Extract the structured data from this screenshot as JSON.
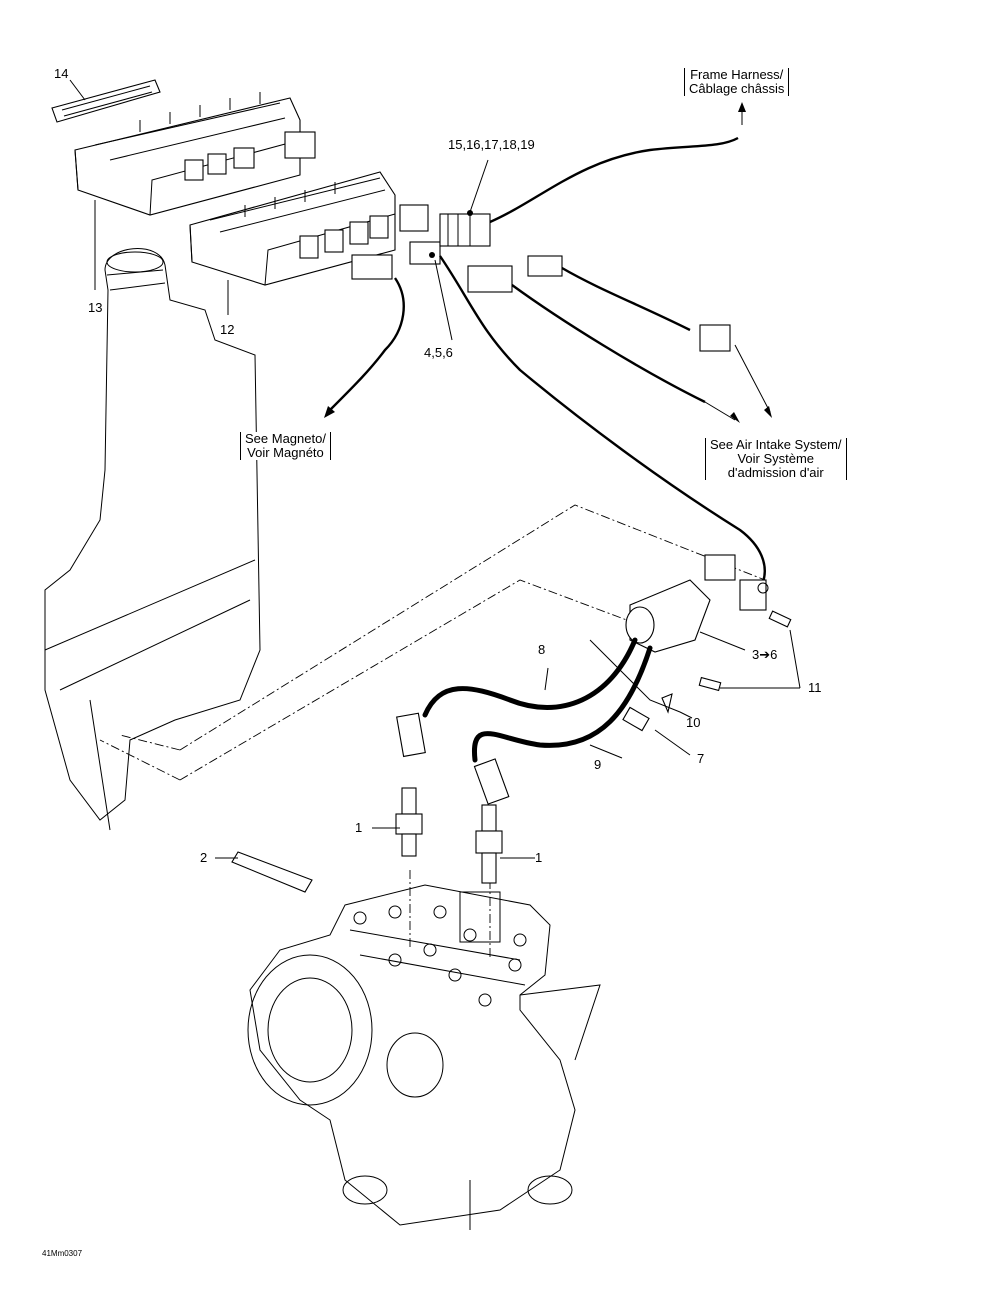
{
  "callouts": {
    "p1a": "1",
    "p1b": "1",
    "p2": "2",
    "p3to6": "3➔6",
    "p4_5_6": "4,5,6",
    "p7": "7",
    "p8": "8",
    "p9": "9",
    "p10": "10",
    "p11": "11",
    "p12": "12",
    "p13": "13",
    "p14": "14",
    "p15_19": "15,16,17,18,19"
  },
  "references": {
    "frame_harness": [
      "Frame Harness/",
      "Câblage châssis"
    ],
    "see_magneto": [
      "See Magneto/",
      "Voir Magnéto"
    ],
    "see_air_intake": [
      "See Air Intake System/",
      "Voir Système",
      "d'admission d'air"
    ]
  },
  "figure_code": "41Mm0307"
}
